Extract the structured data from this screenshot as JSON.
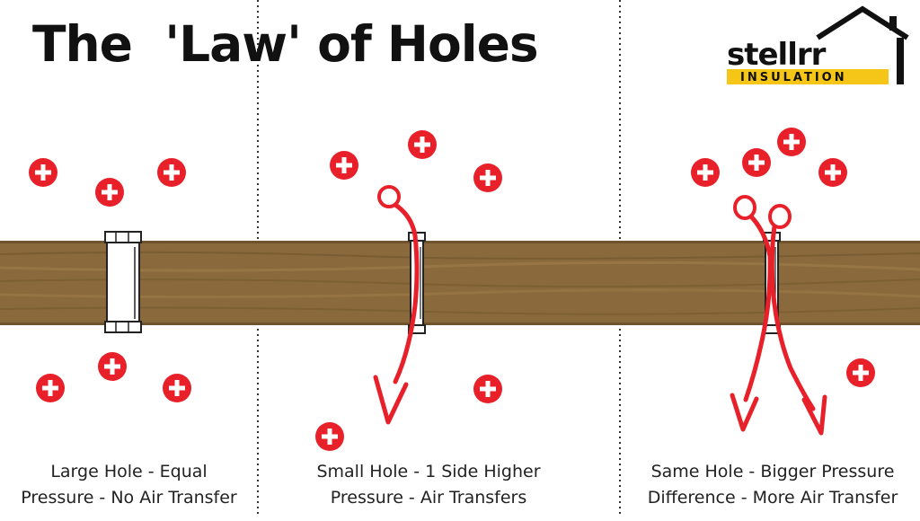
{
  "title": "The  'Law' of Holes",
  "logo": {
    "word": "stellrr",
    "tagline": "INSULATION",
    "accent_color": "#f5c518"
  },
  "colors": {
    "plus": "#e8202a",
    "arrow": "#e8202a",
    "wood": "#8a6a3c",
    "wood_dark": "#6f532c",
    "divider": "#333333"
  },
  "panels": [
    {
      "caption_line1": "Large Hole - Equal",
      "caption_line2": "Pressure - No Air Transfer",
      "hole": "large",
      "airflow": "none"
    },
    {
      "caption_line1": "Small Hole - 1 Side Higher",
      "caption_line2": "Pressure - Air Transfers",
      "hole": "small",
      "airflow": "one stream"
    },
    {
      "caption_line1": "Same Hole - Bigger Pressure",
      "caption_line2": "Difference - More Air Transfer",
      "hole": "small",
      "airflow": "two streams"
    }
  ],
  "icons": {
    "pressure": "plus-circle-icon",
    "logo_roof": "house-roof-icon"
  }
}
